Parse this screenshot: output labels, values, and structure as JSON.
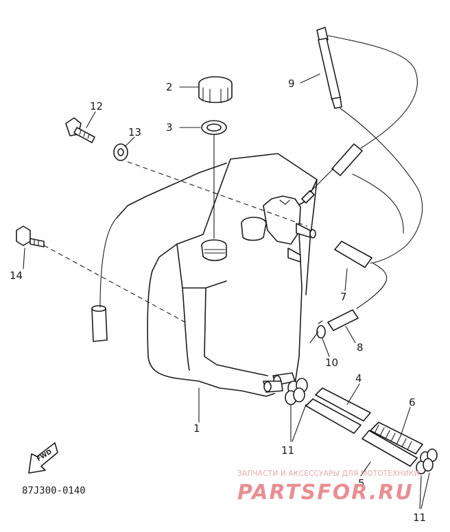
{
  "diagram": {
    "callouts": [
      {
        "id": "1",
        "label": "1"
      },
      {
        "id": "2",
        "label": "2"
      },
      {
        "id": "3",
        "label": "3"
      },
      {
        "id": "4",
        "label": "4"
      },
      {
        "id": "5",
        "label": "5"
      },
      {
        "id": "6",
        "label": "6"
      },
      {
        "id": "7",
        "label": "7"
      },
      {
        "id": "8",
        "label": "8"
      },
      {
        "id": "9",
        "label": "9"
      },
      {
        "id": "10",
        "label": "10"
      },
      {
        "id": "11a",
        "label": "11"
      },
      {
        "id": "11b",
        "label": "11"
      },
      {
        "id": "12",
        "label": "12"
      },
      {
        "id": "13",
        "label": "13"
      },
      {
        "id": "14",
        "label": "14"
      }
    ],
    "forward_marker": "FWD",
    "drawing_code": "87J300-0140"
  },
  "watermark": {
    "tagline": "ЗАПЧАСТИ И АКСЕССУАРЫ ДЛЯ МОТОТЕХНИКИ",
    "brand": "PARTSFOR.RU"
  }
}
